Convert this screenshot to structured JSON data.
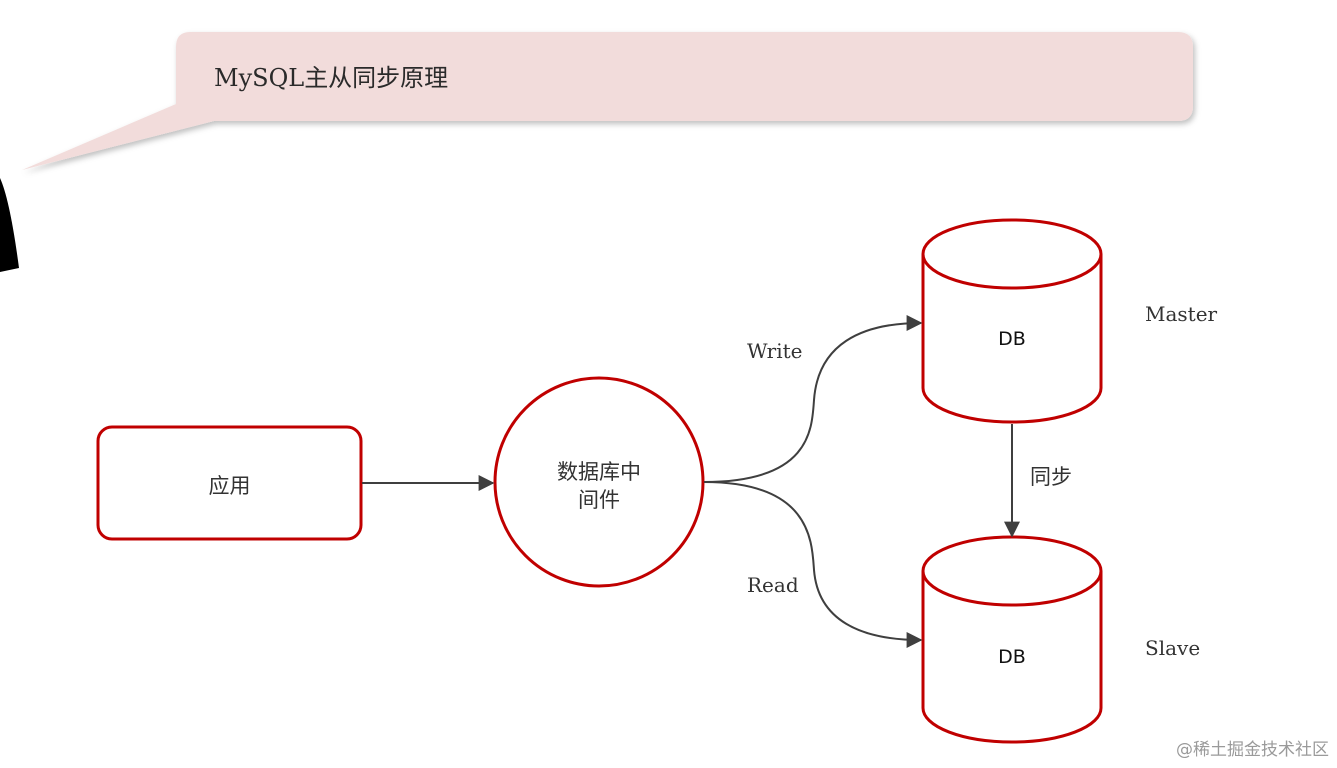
{
  "callout": {
    "title": "MySQL主从同步原理"
  },
  "nodes": {
    "app": {
      "label": "应用"
    },
    "middleware": {
      "line1": "数据库中",
      "line2": "间件"
    },
    "master_db": {
      "label": "DB",
      "role": "Master"
    },
    "slave_db": {
      "label": "DB",
      "role": "Slave"
    }
  },
  "edges": {
    "write": "Write",
    "read": "Read",
    "sync": "同步"
  },
  "colors": {
    "node_stroke": "#c00000",
    "edge": "#3f3f3f",
    "callout_fill": "#f2dcdb"
  },
  "watermark": "@稀土掘金技术社区"
}
